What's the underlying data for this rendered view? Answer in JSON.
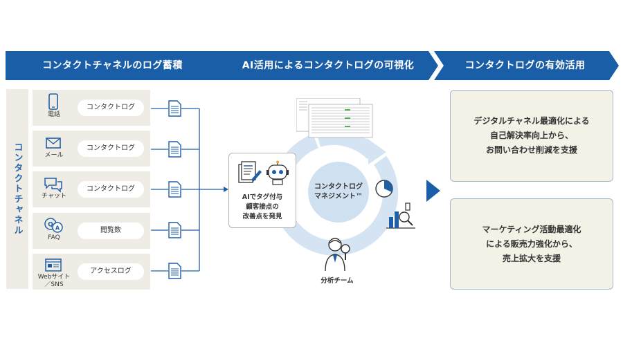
{
  "header": {
    "step1": "コンタクトチャネルのログ蓄積",
    "step2": "AI活用によるコンタクトログの可視化",
    "step3": "コンタクトログの有効活用"
  },
  "side_label": "コンタクトチャネル",
  "channels": [
    {
      "label": "電話",
      "pill": "コンタクトログ",
      "icon": "phone-icon"
    },
    {
      "label": "メール",
      "pill": "コンタクトログ",
      "icon": "mail-icon"
    },
    {
      "label": "チャット",
      "pill": "コンタクトログ",
      "icon": "chat-icon"
    },
    {
      "label": "FAQ",
      "pill": "閲覧数",
      "icon": "faq-icon"
    },
    {
      "label_1": "Webサイト",
      "label_2": "／SNS",
      "pill": "アクセスログ",
      "icon": "website-icon"
    }
  ],
  "ai_box": {
    "line1": "AIでタグ付与",
    "line2": "顧客接点の",
    "line3": "改善点を発見"
  },
  "center": {
    "line1": "コンタクトログ",
    "line2": "マネジメント™"
  },
  "team": "分析チーム",
  "outcomes": [
    {
      "line1": "デジタルチャネル最適化による",
      "line2": "自己解決率向上から、",
      "line3": "お問い合わせ削減を支援"
    },
    {
      "line1": "マーケティング活動最適化",
      "line2": "による販売力強化から、",
      "line3": "売上拡大を支援"
    }
  ],
  "colors": {
    "header_blue": "#1a5ea8",
    "panel_beige": "#eeece4",
    "accent_light_blue": "#cfe0f0",
    "icon_blue": "#1f5fa6"
  }
}
